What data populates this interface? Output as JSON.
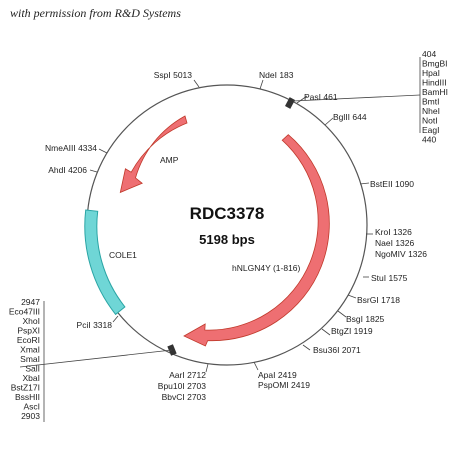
{
  "credit": "with permission from R&D Systems",
  "plasmid": {
    "name": "RDC3378",
    "size_label": "5198 bps"
  },
  "features": {
    "amp": "AMP",
    "cole1": "COLE1",
    "insert": "hNLGN4Y (1-816)"
  },
  "sites": {
    "sspi": "SspI 5013",
    "ndei": "NdeI 183",
    "pasi": "PasI 461",
    "bglii": "BglII 644",
    "bsteii": "BstEII 1090",
    "kroi": "KroI 1326",
    "naei": "NaeI 1326",
    "ngomiv": "NgoMIV 1326",
    "stui": "StuI 1575",
    "bsrgi": "BsrGI 1718",
    "bsgi": "BsgI 1825",
    "btgzi": "BtgZI 1919",
    "bsu36i": "Bsu36I 2071",
    "apai": "ApaI 2419",
    "pspomi": "PspOMI 2419",
    "aari": "AarI 2712",
    "bpu10i": "Bpu10I 2703",
    "bbvci": "BbvCI 2703",
    "pcii": "PciI 3318",
    "ahdi": "AhdI 4206",
    "nmeaiii": "NmeAIII 4334"
  },
  "mcs_top": [
    "404",
    "BmgBI",
    "HpaI",
    "HindIII",
    "BamHI",
    "BmtI",
    "NheI",
    "NotI",
    "EagI",
    "440"
  ],
  "mcs_bottom": [
    "2947",
    "Eco47III",
    "XhoI",
    "PspXI",
    "EcoRI",
    "XmaI",
    "SmaI",
    "SalI",
    "XbaI",
    "BstZ17I",
    "BssHII",
    "AscI",
    "2903"
  ],
  "colors": {
    "amp_fill": "#ee6f72",
    "amp_stroke": "#c0392b",
    "cole1_fill": "#6fd6d6",
    "cole1_stroke": "#2aa5a5",
    "backbone": "#555555"
  }
}
